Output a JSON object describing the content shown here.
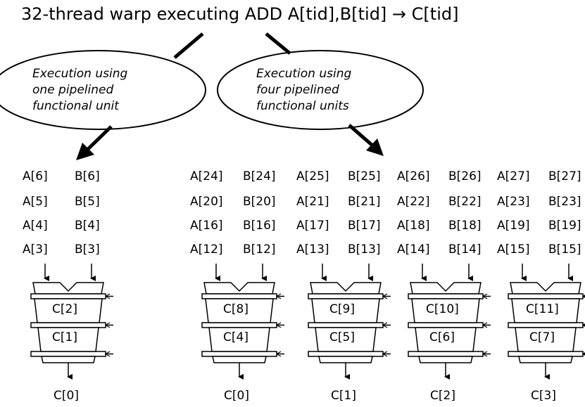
{
  "title": "32-thread warp executing ADD A[tid],B[tid] → C[tid]",
  "left_oval": {
    "lines": [
      "Execution using",
      "one pipelined",
      "functional unit"
    ]
  },
  "right_oval": {
    "lines": [
      "Execution using",
      "four pipelined",
      "functional units"
    ]
  },
  "single_unit": {
    "input_rows": [
      [
        "A[6]",
        "B[6]"
      ],
      [
        "A[5]",
        "B[5]"
      ],
      [
        "A[4]",
        "B[4]"
      ],
      [
        "A[3]",
        "B[3]"
      ]
    ],
    "stages": [
      "C[2]",
      "C[1]"
    ],
    "output": "C[0]"
  },
  "multi_unit": {
    "lanes": [
      {
        "input_rows": [
          [
            "A[24]",
            "B[24]"
          ],
          [
            "A[20]",
            "B[20]"
          ],
          [
            "A[16]",
            "B[16]"
          ],
          [
            "A[12]",
            "B[12]"
          ]
        ],
        "stages": [
          "C[8]",
          "C[4]"
        ],
        "output": "C[0]"
      },
      {
        "input_rows": [
          [
            "A[25]",
            "B[25]"
          ],
          [
            "A[21]",
            "B[21]"
          ],
          [
            "A[17]",
            "B[17]"
          ],
          [
            "A[13]",
            "B[13]"
          ]
        ],
        "stages": [
          "C[9]",
          "C[5]"
        ],
        "output": "C[1]"
      },
      {
        "input_rows": [
          [
            "A[26]",
            "B[26]"
          ],
          [
            "A[22]",
            "B[22]"
          ],
          [
            "A[18]",
            "B[18]"
          ],
          [
            "A[14]",
            "B[14]"
          ]
        ],
        "stages": [
          "C[10]",
          "C[6]"
        ],
        "output": "C[2]"
      },
      {
        "input_rows": [
          [
            "A[27]",
            "B[27]"
          ],
          [
            "A[23]",
            "B[23]"
          ],
          [
            "A[19]",
            "B[19]"
          ],
          [
            "A[15]",
            "B[15]"
          ]
        ],
        "stages": [
          "C[11]",
          "C[7]"
        ],
        "output": "C[3]"
      }
    ]
  }
}
